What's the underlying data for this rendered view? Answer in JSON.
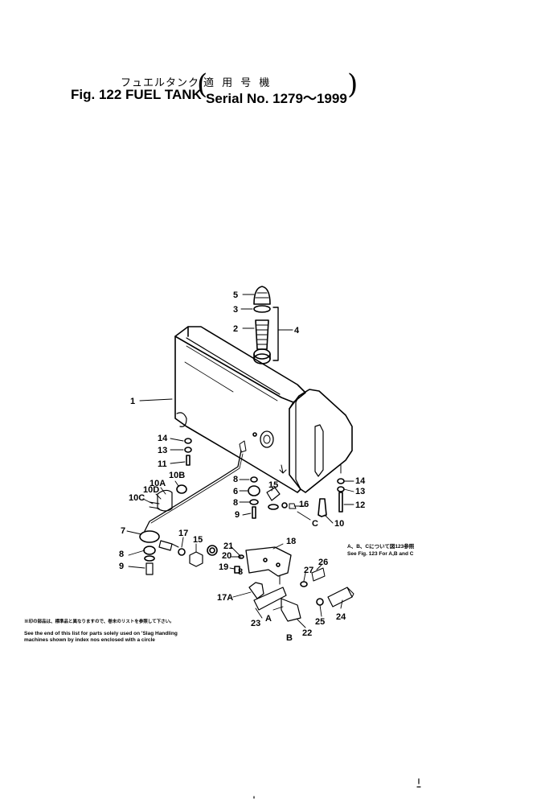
{
  "header": {
    "title_jp": "フュエルタンク",
    "serial_jp": "適 用 号 機",
    "fig_title": "Fig. 122 FUEL TANK",
    "serial": "Serial No. 1279～1999"
  },
  "notes": {
    "right_jp": "A、B、Cについて図123参照",
    "right_en": "See Fig. 123 For A,B and C",
    "left_jp": "※印の部品は、標準品と異なりますので、巻末のリストを参照して下さい。",
    "left_en_1": "See the end of this list for parts solely used on 'Slag Handling",
    "left_en_2": "machines shown by index nos enclosed with a circle"
  },
  "callouts": [
    "1",
    "2",
    "3",
    "4",
    "5",
    "6",
    "7",
    "8",
    "9",
    "10",
    "10A",
    "10B",
    "10C",
    "10D",
    "11",
    "12",
    "13",
    "14",
    "15",
    "16",
    "17",
    "17A",
    "18",
    "19",
    "20",
    "21",
    "22",
    "23",
    "24",
    "25",
    "26",
    "27",
    "A",
    "B",
    "C"
  ]
}
